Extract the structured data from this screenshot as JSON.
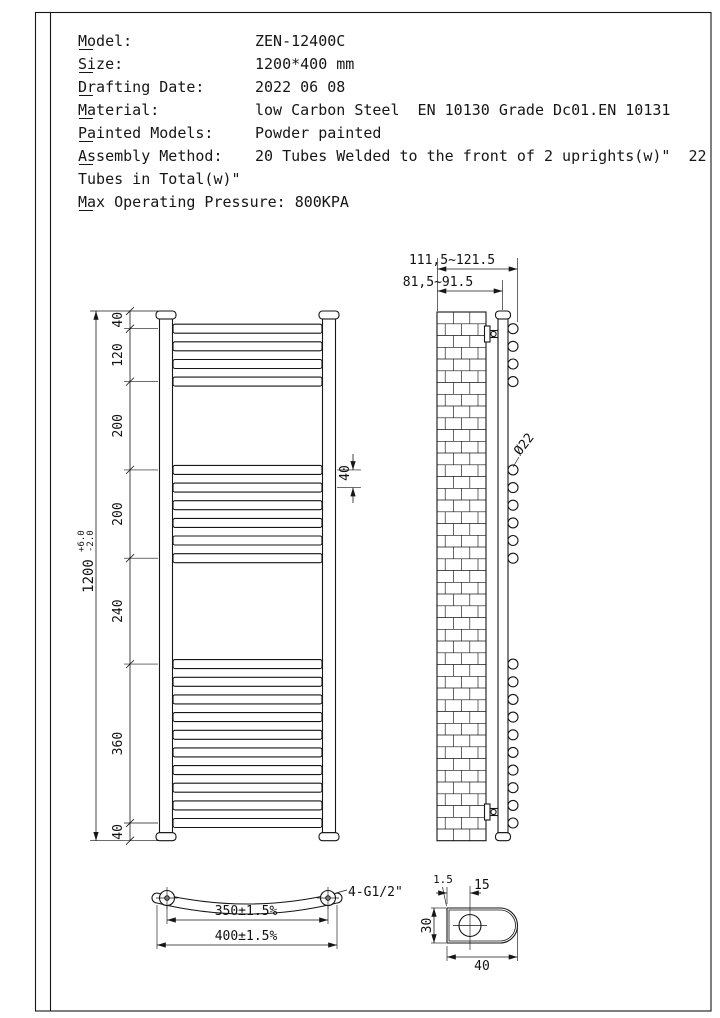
{
  "specs": {
    "rows": [
      {
        "label": "Model:",
        "value": "ZEN-12400C"
      },
      {
        "label": "Size:",
        "value": "1200*400 mm"
      },
      {
        "label": "Drafting Date:",
        "value": "2022 06 08"
      },
      {
        "label": "Material:",
        "value": "low Carbon Steel  EN 10130 Grade Dc01.EN 10131"
      },
      {
        "label": "Painted Models:",
        "value": "Powder painted"
      },
      {
        "label": "Assembly Method:",
        "value": "20 Tubes Welded to the front of 2 uprights(w)\"  22"
      }
    ],
    "assembly_wrap": "Tubes in Total(w)\"",
    "max_pressure_label": "Max Operating Pressure:",
    "max_pressure_value": "800KPA"
  },
  "front_view": {
    "chain": [
      "40",
      "120",
      "200",
      "200",
      "240",
      "360",
      "40"
    ],
    "overall": "1200",
    "tol_plus": "+6.0",
    "tol_minus": "-2.0",
    "pitch": "40"
  },
  "side_view": {
    "dim_wall_to_tube": "111,5~121.5",
    "dim_wall_to_upright": "81,5~91.5",
    "tube_diameter": "Ø22"
  },
  "top_view": {
    "dim_centers": "350±1.5%",
    "dim_overall": "400±1.5%",
    "fitting": "4-G1/2\""
  },
  "section_view": {
    "wall_thickness": "1.5",
    "hole_offset": "15",
    "height": "30",
    "width": "40"
  }
}
